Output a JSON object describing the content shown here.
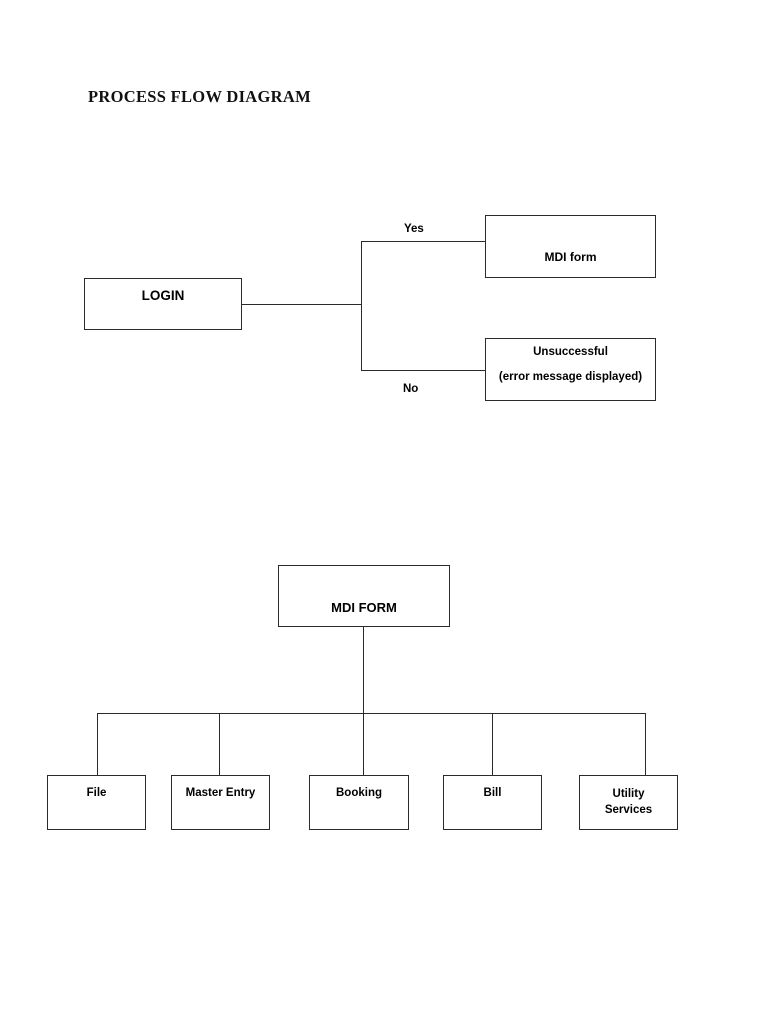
{
  "document": {
    "title": "PROCESS FLOW DIAGRAM"
  },
  "login_flow": {
    "start_node": {
      "label": "LOGIN"
    },
    "branches": [
      {
        "label": "Yes",
        "target": "MDI  form"
      },
      {
        "label": "No",
        "target": "Unsuccessful"
      }
    ],
    "success_node": {
      "label": "MDI  form"
    },
    "failure_node": {
      "line1": "Unsuccessful",
      "line2": "(error message displayed)"
    }
  },
  "mdi_menu": {
    "root": {
      "label": "MDI  FORM"
    },
    "items": [
      {
        "label": "File"
      },
      {
        "label": "Master Entry"
      },
      {
        "label": "Booking"
      },
      {
        "label": "Bill"
      },
      {
        "line1": "Utility",
        "line2": "Services"
      }
    ]
  },
  "style": {
    "line_color": "#2b2b2b",
    "text_color": "#000000",
    "background": "#ffffff"
  }
}
